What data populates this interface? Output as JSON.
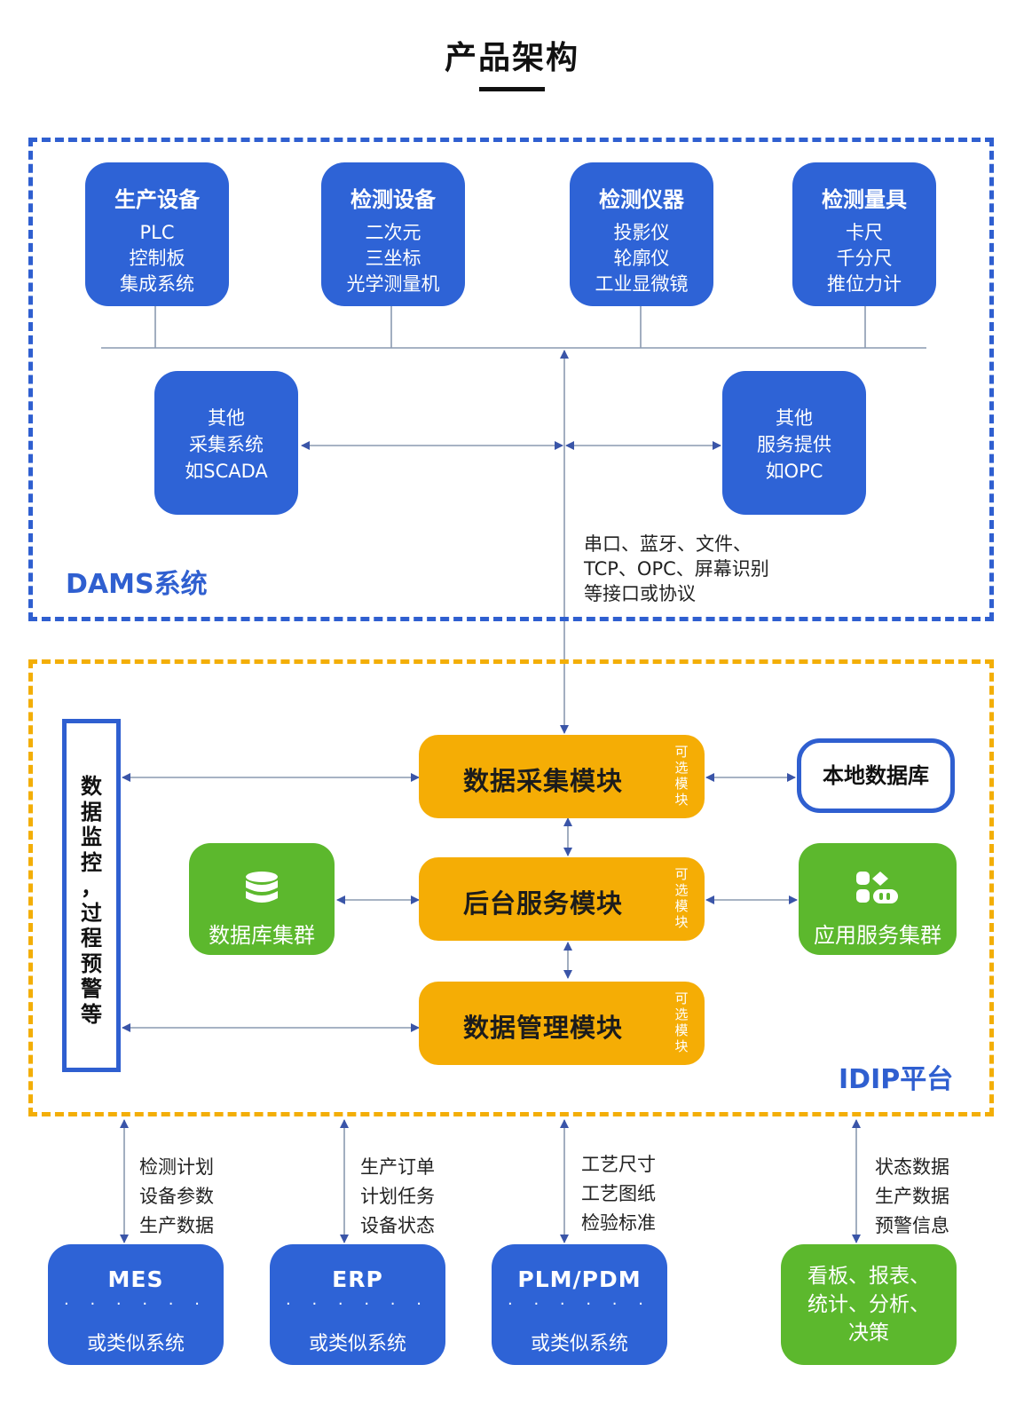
{
  "title": "产品架构",
  "dams": {
    "label": "DAMS系统",
    "devices": [
      {
        "title": "生产设备",
        "lines": [
          "PLC",
          "控制板",
          "集成系统"
        ]
      },
      {
        "title": "检测设备",
        "lines": [
          "二次元",
          "三坐标",
          "光学测量机"
        ]
      },
      {
        "title": "检测仪器",
        "lines": [
          "投影仪",
          "轮廓仪",
          "工业显微镜"
        ]
      },
      {
        "title": "检测量具",
        "lines": [
          "卡尺",
          "千分尺",
          "推位力计"
        ]
      }
    ],
    "left_system": {
      "lines": [
        "其他",
        "采集系统",
        "如SCADA"
      ]
    },
    "right_system": {
      "lines": [
        "其他",
        "服务提供",
        "如OPC"
      ]
    },
    "interfaces": [
      "串口、蓝牙、文件、",
      "TCP、OPC、屏幕识别",
      "等接口或协议"
    ]
  },
  "idip": {
    "label": "IDIP平台",
    "monitor": "数据监控，过程预警等",
    "optional": "可选模块",
    "modules": [
      "数据采集模块",
      "后台服务模块",
      "数据管理模块"
    ],
    "local_db": "本地数据库",
    "db_cluster": "数据库集群",
    "app_cluster": "应用服务集群"
  },
  "flows": [
    [
      "检测计划",
      "设备参数",
      "生产数据"
    ],
    [
      "生产订单",
      "计划任务",
      "设备状态"
    ],
    [
      "工艺尺寸",
      "工艺图纸",
      "检验标准"
    ],
    [
      "状态数据",
      "生产数据",
      "预警信息"
    ]
  ],
  "externals": [
    {
      "name": "MES",
      "dots": "· · · · · ·",
      "sub": "或类似系统"
    },
    {
      "name": "ERP",
      "dots": "· · · · · ·",
      "sub": "或类似系统"
    },
    {
      "name": "PLM/PDM",
      "dots": "· · · · · ·",
      "sub": "或类似系统"
    }
  ],
  "dashboard": [
    "看板、报表、",
    "统计、分析、",
    "决策"
  ],
  "colors": {
    "blue": "#2e63d6",
    "yellow": "#f5ad05",
    "green": "#5cb82d",
    "line": "#8a9ab0",
    "arrow": "#3a55a8"
  }
}
